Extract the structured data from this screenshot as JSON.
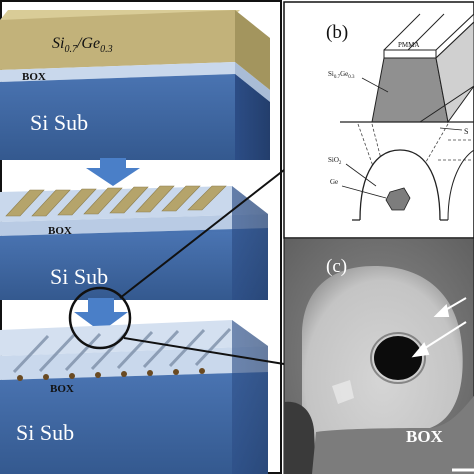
{
  "panel_a": {
    "layer_top": "Si",
    "layer_top_sub1": "0.7",
    "layer_top_mid": "Ge",
    "layer_top_sub2": "0.3",
    "box1": "BOX",
    "sub1": "Si Sub",
    "box2": "BOX",
    "sub2": "Si Sub",
    "box3": "BOX",
    "sub3": "Si Sub"
  },
  "panel_b": {
    "label": "(b)",
    "pmma": "PMMA",
    "sige": "Si",
    "sige_sub1": "0.7",
    "sige_mid": "Ge",
    "sige_sub2": "0.3",
    "si_right": "S",
    "sio2": "SiO",
    "sio2_sub": "2",
    "ge": "Ge"
  },
  "panel_c": {
    "label": "(c)",
    "box": "BOX"
  },
  "colors": {
    "sub_front": "#3a63a0",
    "sub_side": "#2a4a80",
    "box_layer": "#c9d8ec",
    "sige_layer": "#c2b27a",
    "arrow": "#4a7fc8"
  }
}
